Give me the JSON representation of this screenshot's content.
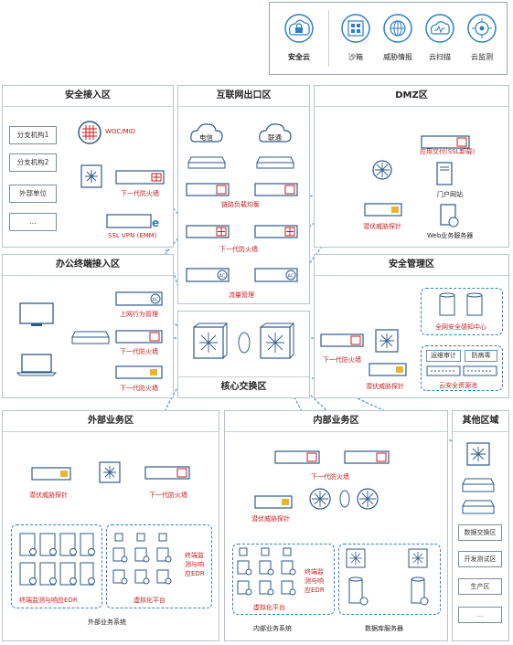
{
  "cloud": {
    "title": "安全云",
    "services": [
      {
        "label": "沙箱",
        "icon": "sandbox-icon"
      },
      {
        "label": "威胁情报",
        "icon": "threat-intel-icon"
      },
      {
        "label": "云扫描",
        "icon": "cloud-scan-icon"
      },
      {
        "label": "云监测",
        "icon": "cloud-monitor-icon"
      }
    ]
  },
  "zones": {
    "secure_access": {
      "title": "安全接入区",
      "branch1": "分支机构1",
      "branch2": "分支机构2",
      "external": "外部单位",
      "more": "...",
      "woc": "WOC/MID",
      "ngfw": "下一代防火墙",
      "sslvpn": "SSL VPN (EMM)"
    },
    "internet_exit": {
      "title": "互联网出口区",
      "isp1": "电信",
      "isp2": "联通",
      "lb": "链路负载均衡",
      "ngfw": "下一代防火墙",
      "flow": "流量管理"
    },
    "dmz": {
      "title": "DMZ区",
      "adc": "应用交付(SSL卸载)",
      "portal": "门户网站",
      "web": "Web业务服务器",
      "probe": "潜伏威胁探针"
    },
    "office": {
      "title": "办公终端接入区",
      "behavior": "上网行为管理",
      "ngfw1": "下一代防火墙",
      "ngfw2": "下一代防火墙"
    },
    "core": {
      "title": "核心交换区"
    },
    "security_mgmt": {
      "title": "安全管理区",
      "ngfw": "下一代防火墙",
      "probe": "潜伏威胁探针",
      "sensing": "全网安全感知中心",
      "audit": "运维审计",
      "antivirus": "防病毒",
      "resource_pool": "云安全资源池"
    },
    "external_biz": {
      "title": "外部业务区",
      "probe": "潜伏威胁探针",
      "ngfw": "下一代防火墙",
      "edr": "终端监测与响应EDR",
      "virt": "虚拟化平台",
      "edr2_line1": "终端监",
      "edr2_line2": "测与响",
      "edr2_line3": "应EDR",
      "system": "外部业务系统"
    },
    "internal_biz": {
      "title": "内部业务区",
      "ngfw": "下一代防火墙",
      "probe": "潜伏威胁探针",
      "virt": "虚拟化平台",
      "edr_line1": "终端监",
      "edr_line2": "测与响",
      "edr_line3": "应EDR",
      "system": "内部业务系统",
      "db": "数据库服务器"
    },
    "other": {
      "title": "其他区域",
      "items": [
        "数据交换区",
        "开发测试区",
        "生产区",
        "..."
      ]
    }
  },
  "colors": {
    "accent": "#2e7fc6",
    "alert": "#c81e1e",
    "border": "#b9c3cd"
  }
}
